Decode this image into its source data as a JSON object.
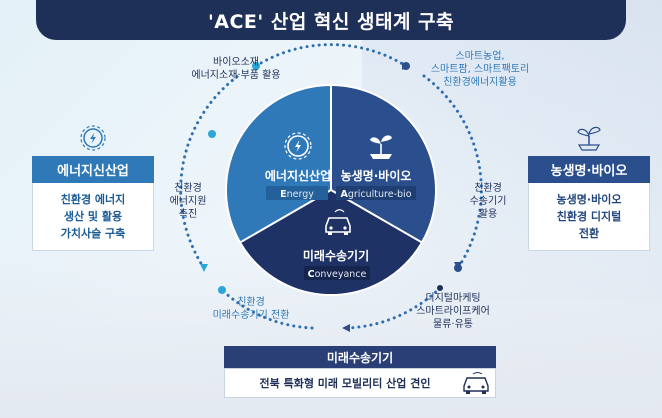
{
  "title": "'ACE' 산업 혁신 생태계 구축",
  "colors": {
    "navy": "#1e2f58",
    "energy_blue": "#2f79b8",
    "agri_blue": "#2a4f8c",
    "convey_navy": "#1f3266",
    "dot_accent": "#2aa6d8"
  },
  "center": {
    "energy": {
      "title": "에너지신산업",
      "sub_initial": "E",
      "sub_rest": "nergy",
      "icon": "energy-gear-icon"
    },
    "agri": {
      "title": "농생명·바이오",
      "sub_initial": "A",
      "sub_rest": "griculture-bio",
      "icon": "sprout-icon"
    },
    "convey": {
      "title": "미래수송기기",
      "sub_initial": "C",
      "sub_rest": "onveyance",
      "icon": "car-icon"
    }
  },
  "left_box": {
    "heading": "에너지신산업",
    "line1": "친환경 에너지",
    "line2": "생산 및 활용",
    "line3": "가치사슬 구축",
    "icon": "energy-gear-icon"
  },
  "right_box": {
    "heading": "농생명·바이오",
    "line1": "농생명·바이오",
    "line2": "친환경 디지털",
    "line3": "전환",
    "icon": "sprout-icon"
  },
  "bottom_box": {
    "heading": "미래수송기기",
    "text": "전북 특화형 미래 모빌리티 산업 견인",
    "icon": "car-icon"
  },
  "annotations": {
    "top_left": {
      "line1": "바이오소재",
      "line2": "에너지소재·부품 활용"
    },
    "top_right": {
      "line1": "스마트농업,",
      "line2": "스마트팜, 스마트팩토리",
      "line3": "친환경에너지활용"
    },
    "mid_left": {
      "line1": "친환경",
      "line2": "에너지원",
      "line3": "촉진"
    },
    "mid_right": {
      "line1": "친환경",
      "line2": "수송기기",
      "line3": "활용"
    },
    "bottom_left": {
      "line1": "친환경",
      "line2": "미래수송기기 전환"
    },
    "bottom_right": {
      "line1": "디지털마케팅",
      "line2": "스마트라이프케어",
      "line3": "물류·유통"
    }
  }
}
